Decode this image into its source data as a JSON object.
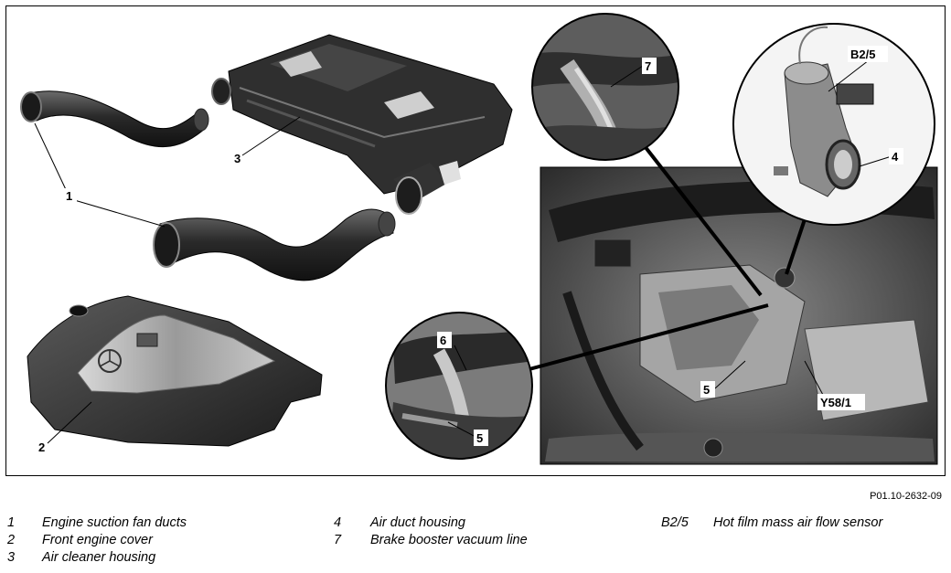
{
  "figure": {
    "reference": "P01.10-2632-09",
    "callouts": {
      "c1": "1",
      "c2": "2",
      "c3": "3",
      "c4": "4",
      "c5a": "5",
      "c5b": "5",
      "c6": "6",
      "c7": "7",
      "cb25": "B2/5",
      "cy581": "Y58/1"
    }
  },
  "legend": {
    "items": [
      {
        "number": "1",
        "label": "Engine suction fan ducts"
      },
      {
        "number": "2",
        "label": "Front engine cover"
      },
      {
        "number": "3",
        "label": "Air cleaner housing"
      },
      {
        "number": "4",
        "label": "Air duct housing"
      },
      {
        "number": "7",
        "label": "Brake booster vacuum line"
      },
      {
        "number": "B2/5",
        "label": "Hot film mass air flow sensor"
      }
    ]
  },
  "icons": [
    "mercedes-star-icon"
  ]
}
